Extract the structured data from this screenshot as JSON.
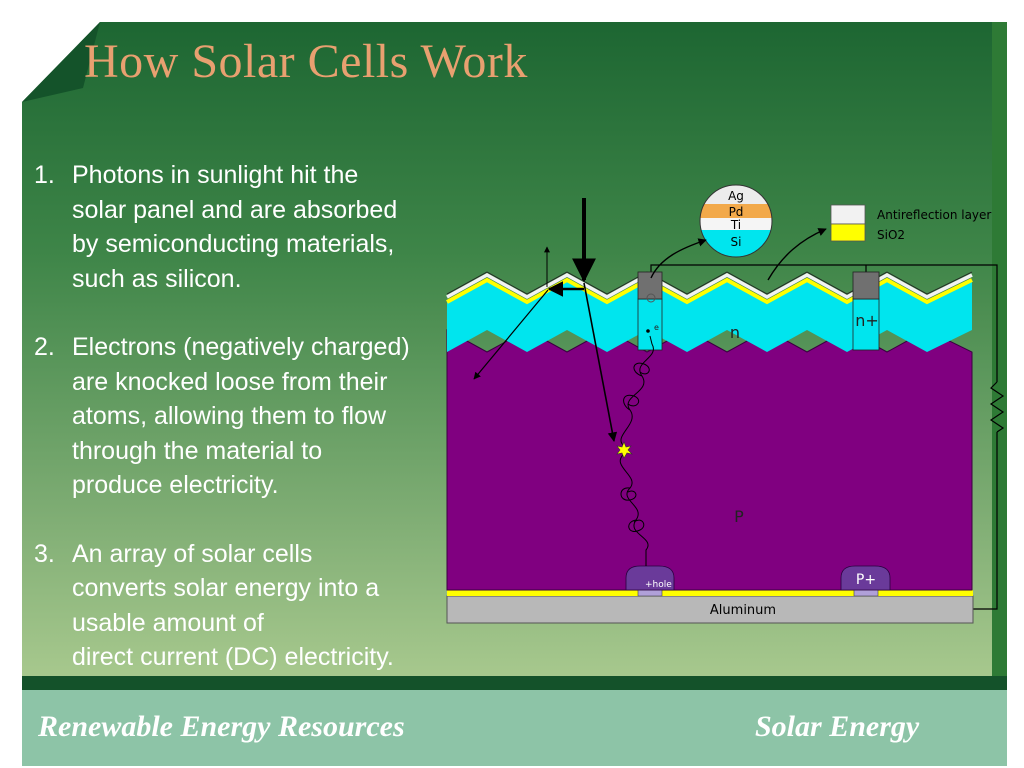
{
  "slide": {
    "title": "How Solar Cells Work",
    "points": [
      {
        "number": "1.",
        "text": "Photons in sunlight hit the\nsolar panel and are absorbed\nby semiconducting materials,\nsuch as silicon."
      },
      {
        "number": "2.",
        "text": "Electrons (negatively charged)\nare knocked loose from their\natoms, allowing them to flow\nthrough the material to\nproduce electricity."
      },
      {
        "number": "3.",
        "text": "An array of solar cells\nconverts solar energy into a\nusable amount of\ndirect current (DC) electricity."
      }
    ],
    "footer": {
      "left": "Renewable Energy Resources",
      "right": "Solar Energy"
    }
  },
  "diagram": {
    "contact_stack": [
      "Ag",
      "Pd",
      "Ti",
      "Si"
    ],
    "legend": [
      "Antireflection layer",
      "SiO2"
    ],
    "region_labels": {
      "n": "n",
      "n_plus": "n+",
      "p": "P",
      "p_plus": "P+"
    },
    "electron_label": "e",
    "hole_label": "+hole",
    "base_label": "Aluminum",
    "colors": {
      "p_region": "#800080",
      "n_region": "#00e5ee",
      "sio2": "#ffff00",
      "antireflection": "#f2f2f2",
      "aluminum": "#b8b8b8",
      "contact": "#707070",
      "title": "#e8a070",
      "footer_bar": "#8dc4a7"
    }
  }
}
